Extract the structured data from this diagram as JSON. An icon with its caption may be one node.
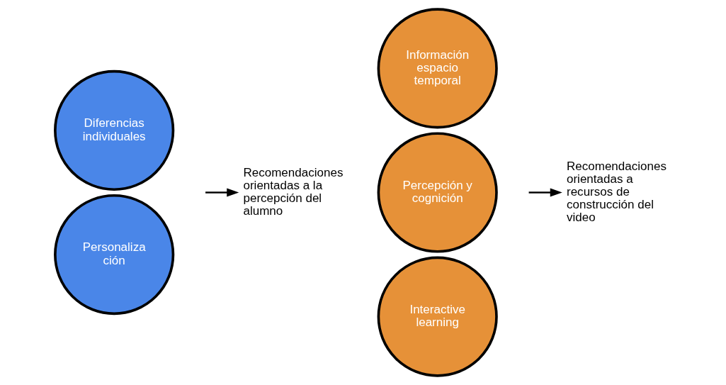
{
  "diagram": {
    "nodes": [
      {
        "text": [
          "Diferencias individuales"
        ]
      },
      {
        "text": [
          "Personaliza ción"
        ]
      },
      {
        "text": [
          "Recomendaciones orientadas a la percepción del alumno"
        ]
      },
      {
        "text": [
          "Información espacio temporal"
        ]
      },
      {
        "text": [
          "Percepción y cognición"
        ]
      },
      {
        "text": [
          "Interactive learning"
        ]
      },
      {
        "text": [
          "Recomendaciones orientadas a recursos de construcción del video"
        ]
      }
    ],
    "edges": [
      {
        "from": null,
        "to": 2,
        "arrow": "to"
      },
      {
        "from": null,
        "to": 6,
        "arrow": "to"
      }
    ]
  }
}
